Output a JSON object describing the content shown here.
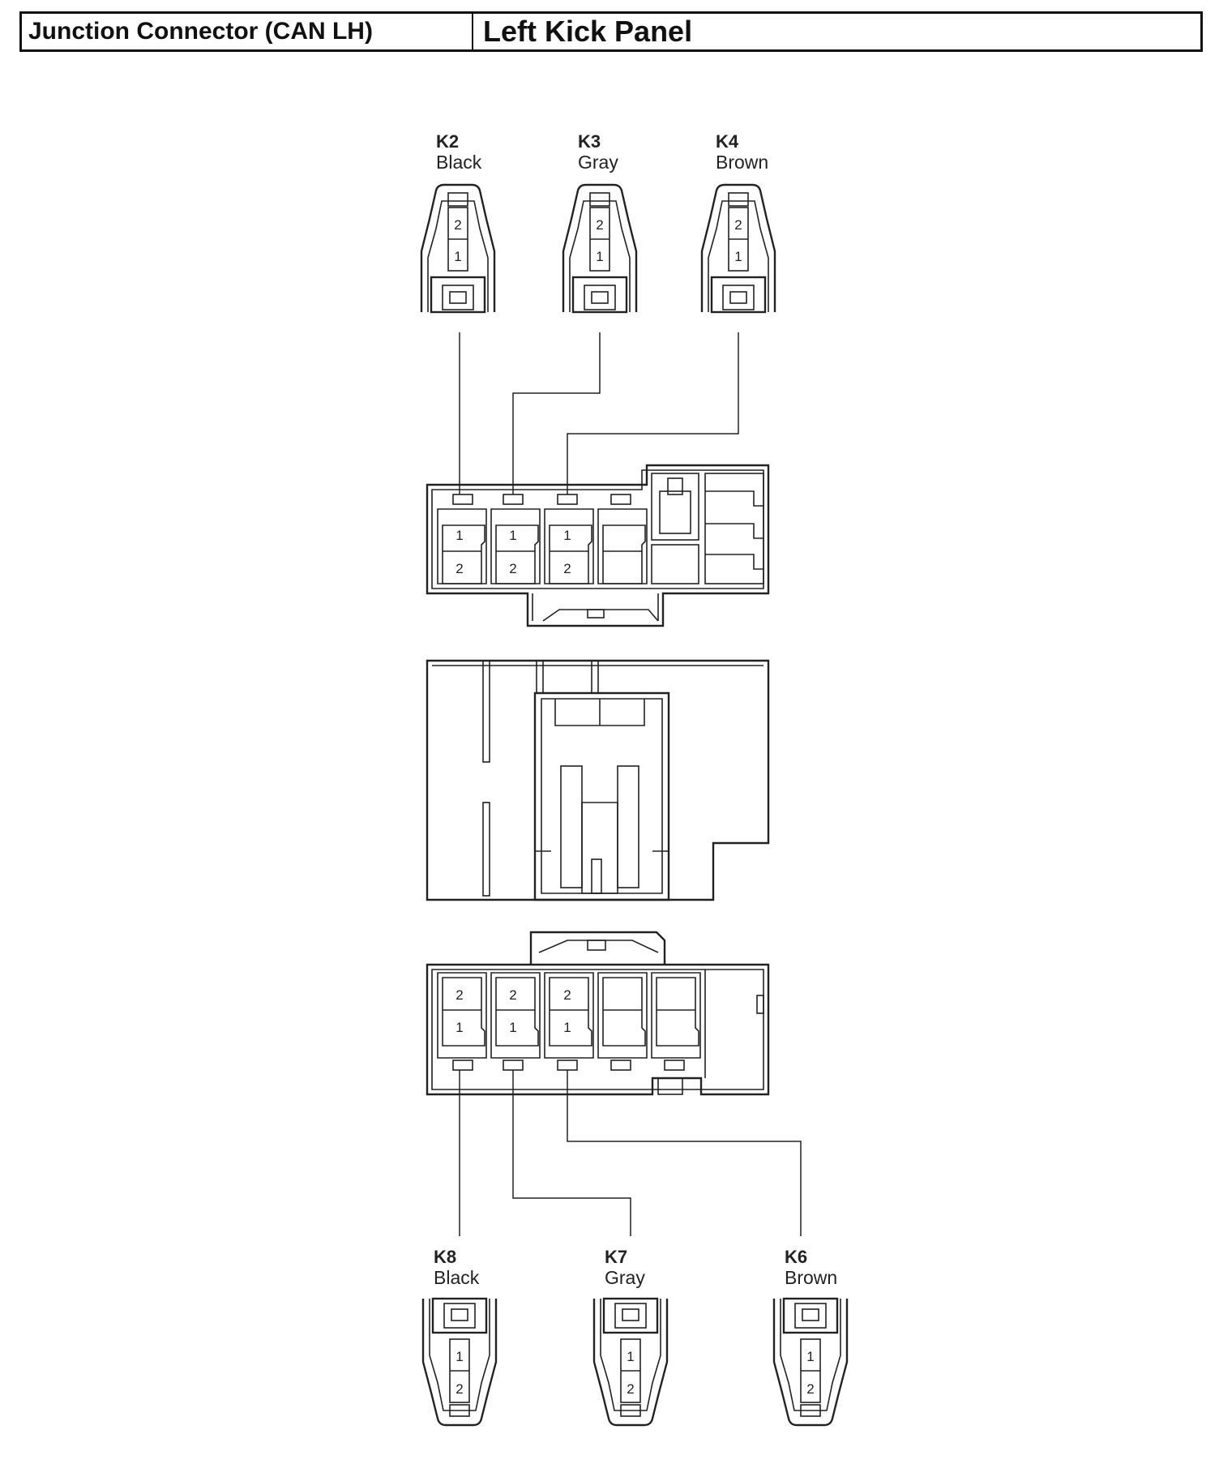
{
  "header": {
    "connector_name": "Junction Connector (CAN LH)",
    "location": "Left Kick Panel"
  },
  "connectors_top": [
    {
      "id": "K2",
      "color": "Black",
      "pins": [
        "2",
        "1"
      ]
    },
    {
      "id": "K3",
      "color": "Gray",
      "pins": [
        "2",
        "1"
      ]
    },
    {
      "id": "K4",
      "color": "Brown",
      "pins": [
        "2",
        "1"
      ]
    }
  ],
  "connectors_bottom": [
    {
      "id": "K8",
      "color": "Black",
      "pins": [
        "1",
        "2"
      ]
    },
    {
      "id": "K7",
      "color": "Gray",
      "pins": [
        "1",
        "2"
      ]
    },
    {
      "id": "K6",
      "color": "Brown",
      "pins": [
        "1",
        "2"
      ]
    }
  ],
  "junction_top": {
    "cavities": [
      {
        "pins": [
          "1",
          "2"
        ]
      },
      {
        "pins": [
          "1",
          "2"
        ]
      },
      {
        "pins": [
          "1",
          "2"
        ]
      }
    ]
  },
  "junction_bottom": {
    "cavities": [
      {
        "pins": [
          "2",
          "1"
        ]
      },
      {
        "pins": [
          "2",
          "1"
        ]
      },
      {
        "pins": [
          "2",
          "1"
        ]
      }
    ]
  }
}
